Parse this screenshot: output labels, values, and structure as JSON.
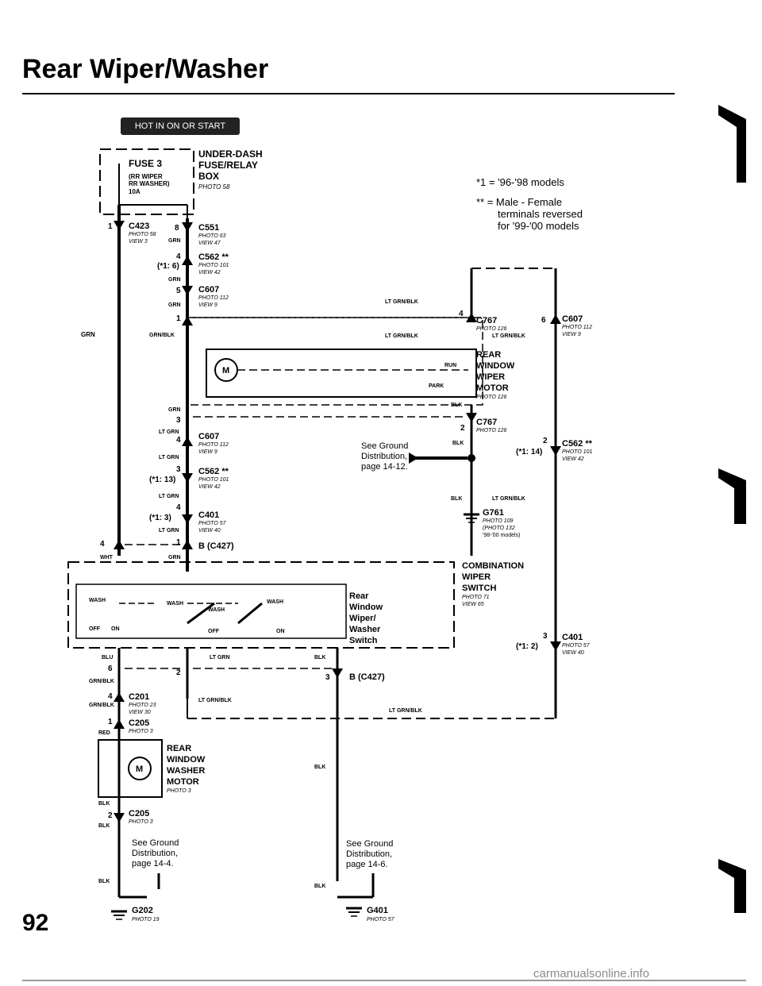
{
  "page": {
    "title": "Rear Wiper/Washer",
    "page_number": "92",
    "watermark": "carmanualsonline.info"
  },
  "header": {
    "hot_badge": "HOT IN ON OR START"
  },
  "notes": {
    "note1": "*1 = '96-'98 models",
    "note2a": "** = Male - Female",
    "note2b": "terminals reversed",
    "note2c": "for '99-'00 models"
  },
  "fuse_box": {
    "name1": "UNDER-DASH",
    "name2": "FUSE/RELAY",
    "name3": "BOX",
    "photo": "PHOTO 58",
    "fuse_name": "FUSE 3",
    "fuse_desc1": "(RR WIPER",
    "fuse_desc2": "RR WASHER)",
    "fuse_amp": "10A"
  },
  "connectors": {
    "c423": {
      "pin": "1",
      "name": "C423",
      "photo": "PHOTO 58",
      "view": "VIEW 3"
    },
    "c551": {
      "pin": "8",
      "name": "C551",
      "photo": "PHOTO 63",
      "view": "VIEW 47"
    },
    "c562a": {
      "pin": "4",
      "alt": "(*1: 6)",
      "name": "C562 **",
      "photo": "PHOTO 101",
      "view": "VIEW 42"
    },
    "c607a": {
      "pin": "5",
      "name": "C607",
      "photo": "PHOTO 112",
      "view": "VIEW 9"
    },
    "c767a": {
      "pin": "4",
      "name": "C767",
      "photo": "PHOTO 126"
    },
    "c607r": {
      "pin": "6",
      "name": "C607",
      "photo": "PHOTO 112",
      "view": "VIEW 9"
    },
    "c767b": {
      "pin": "2",
      "name": "C767",
      "photo": "PHOTO 126"
    },
    "c607b": {
      "pin": "4",
      "name": "C607",
      "photo": "PHOTO 112",
      "view": "VIEW 9"
    },
    "c562b": {
      "pin": "3",
      "alt": "(*1: 13)",
      "name": "C562 **",
      "photo": "PHOTO 101",
      "view": "VIEW 42"
    },
    "c401a": {
      "pin": "4",
      "alt": "(*1: 3)",
      "name": "C401",
      "photo": "PHOTO 57",
      "view": "VIEW 40"
    },
    "c562r": {
      "pin": "2",
      "alt": "(*1: 14)",
      "name": "C562 **",
      "photo": "PHOTO 101",
      "view": "VIEW 42"
    },
    "c401r": {
      "pin": "3",
      "alt": "(*1: 2)",
      "name": "C401",
      "photo": "PHOTO 57",
      "view": "VIEW 40"
    },
    "b427a": {
      "pin": "1",
      "name": "B (C427)"
    },
    "b427b": {
      "pin": "3",
      "name": "B (C427)"
    },
    "c201": {
      "pin": "4",
      "name": "C201",
      "photo": "PHOTO 23",
      "view": "VIEW 30"
    },
    "c205a": {
      "pin": "1",
      "name": "C205",
      "photo": "PHOTO 3"
    },
    "c205b": {
      "pin": "2",
      "name": "C205",
      "photo": "PHOTO 3"
    }
  },
  "wires": {
    "grn": "GRN",
    "grn_blk": "GRN/BLK",
    "lt_grn": "LT GRN",
    "lt_grn_blk": "LT GRN/BLK",
    "blk": "BLK",
    "wht": "WHT",
    "blu": "BLU",
    "red": "RED"
  },
  "components": {
    "wiper_motor": {
      "l1": "REAR",
      "l2": "WINDOW",
      "l3": "WIPER",
      "l4": "MOTOR",
      "photo": "PHOTO 126",
      "run": "RUN",
      "park": "PARK"
    },
    "washer_motor": {
      "l1": "REAR",
      "l2": "WINDOW",
      "l3": "WASHER",
      "l4": "MOTOR",
      "photo": "PHOTO 3"
    },
    "switch": {
      "l1": "COMBINATION",
      "l2": "WIPER",
      "l3": "SWITCH",
      "photo": "PHOTO 71",
      "view": "VIEW 65",
      "inner1": "Rear",
      "inner2": "Window",
      "inner3": "Wiper/",
      "inner4": "Washer",
      "inner5": "Switch",
      "wash": "WASH",
      "off": "OFF",
      "on": "ON"
    },
    "m": "M"
  },
  "grounds": {
    "g761": {
      "name": "G761",
      "photo": "PHOTO 109",
      "alt": "(PHOTO 132",
      "alt2": "'98-'00 models)"
    },
    "g401": {
      "name": "G401",
      "photo": "PHOTO 57"
    },
    "g202": {
      "name": "G202",
      "photo": "PHOTO 19"
    },
    "ref1": {
      "l1": "See Ground",
      "l2": "Distribution,",
      "l3": "page 14-12."
    },
    "ref2": {
      "l1": "See Ground",
      "l2": "Distribution,",
      "l3": "page 14-6."
    },
    "ref3": {
      "l1": "See Ground",
      "l2": "Distribution,",
      "l3": "page 14-4."
    }
  }
}
